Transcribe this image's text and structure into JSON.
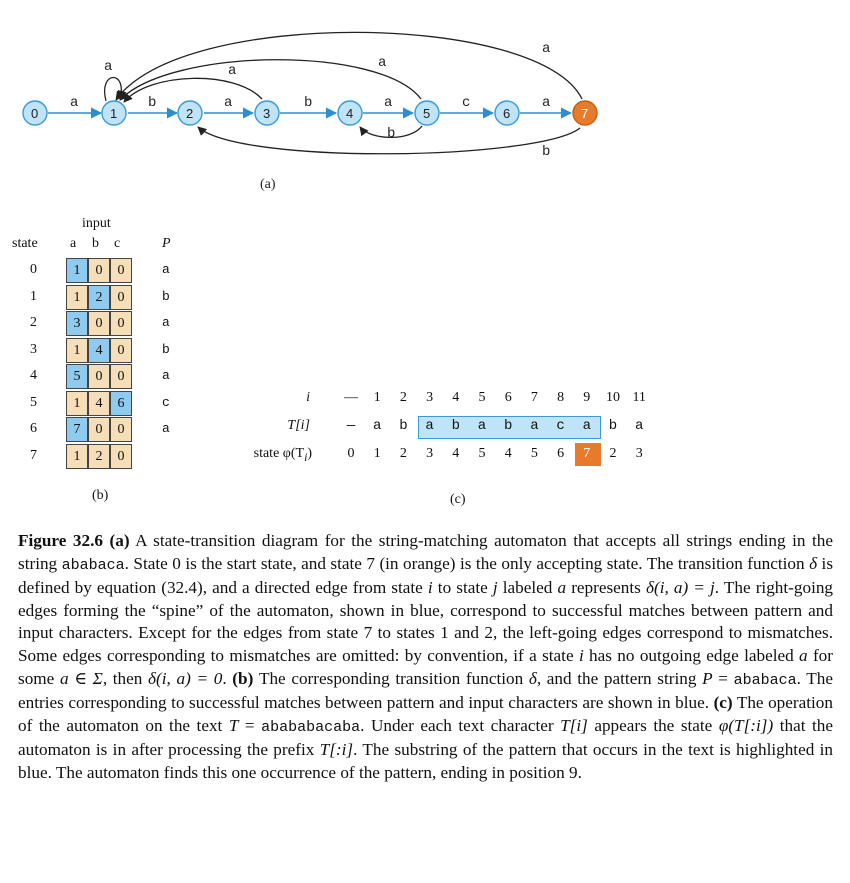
{
  "diagram": {
    "states": [
      "0",
      "1",
      "2",
      "3",
      "4",
      "5",
      "6",
      "7"
    ],
    "accepting_state": "7",
    "spine_labels": [
      "a",
      "b",
      "a",
      "b",
      "a",
      "c",
      "a"
    ],
    "back_edges": [
      {
        "from": "1",
        "to": "1",
        "label": "a"
      },
      {
        "from": "3",
        "to": "1",
        "label": "a"
      },
      {
        "from": "5",
        "to": "1",
        "label": "a"
      },
      {
        "from": "7",
        "to": "1",
        "label": "a"
      },
      {
        "from": "5",
        "to": "4",
        "label": "b"
      },
      {
        "from": "7",
        "to": "2",
        "label": "b"
      }
    ],
    "panel_a": "(a)"
  },
  "table_b": {
    "header_input": "input",
    "header_state": "state",
    "header_chars": [
      "a",
      "b",
      "c"
    ],
    "header_p": "P",
    "rows": [
      {
        "state": "0",
        "a": "1",
        "b": "0",
        "c": "0",
        "p": "a",
        "match": "a"
      },
      {
        "state": "1",
        "a": "1",
        "b": "2",
        "c": "0",
        "p": "b",
        "match": "b"
      },
      {
        "state": "2",
        "a": "3",
        "b": "0",
        "c": "0",
        "p": "a",
        "match": "a"
      },
      {
        "state": "3",
        "a": "1",
        "b": "4",
        "c": "0",
        "p": "b",
        "match": "b"
      },
      {
        "state": "4",
        "a": "5",
        "b": "0",
        "c": "0",
        "p": "a",
        "match": "a"
      },
      {
        "state": "5",
        "a": "1",
        "b": "4",
        "c": "6",
        "p": "c",
        "match": "c"
      },
      {
        "state": "6",
        "a": "7",
        "b": "0",
        "c": "0",
        "p": "a",
        "match": "a"
      },
      {
        "state": "7",
        "a": "1",
        "b": "2",
        "c": "0",
        "p": "",
        "match": ""
      }
    ],
    "panel_b": "(b)"
  },
  "op_c": {
    "label_i": "i",
    "label_t": "T[i]",
    "label_state": "state φ(T",
    "label_state_sub": "i",
    "label_state_end": ")",
    "i": [
      "—",
      "1",
      "2",
      "3",
      "4",
      "5",
      "6",
      "7",
      "8",
      "9",
      "10",
      "11"
    ],
    "t": [
      "—",
      "a",
      "b",
      "a",
      "b",
      "a",
      "b",
      "a",
      "c",
      "a",
      "b",
      "a"
    ],
    "phi": [
      "0",
      "1",
      "2",
      "3",
      "4",
      "5",
      "4",
      "5",
      "6",
      "7",
      "2",
      "3"
    ],
    "highlight_range": [
      3,
      9
    ],
    "accept_index": 9,
    "panel_c": "(c)"
  },
  "caption": {
    "s01": "Figure 32.6 (a)",
    "s02": " A state-transition diagram for the string-matching automaton that accepts all strings ending in the string ",
    "s03": "ababaca",
    "s04": ". State 0 is the start state, and state 7 (in orange) is the only accepting state. The transition function ",
    "s05": "δ",
    "s06": " is defined by equation (32.4), and a directed edge from state ",
    "s07": "i",
    "s08": " to state ",
    "s09": "j",
    "s10": " labeled ",
    "s11": "a",
    "s12": " represents ",
    "s13": "δ(i, a) = j",
    "s14": ". The right-going edges forming the “spine” of the automaton, shown in blue, correspond to successful matches between pattern and input characters. Except for the edges from state 7 to states 1 and 2, the left-going edges correspond to mismatches. Some edges corresponding to mismatches are omitted: by convention, if a state ",
    "s15": "i",
    "s16": " has no outgoing edge labeled ",
    "s17": "a",
    "s18": " for some ",
    "s19": "a ∈ Σ",
    "s20": ", then ",
    "s21": "δ(i, a) = 0",
    "s22": ". ",
    "s23": "(b)",
    "s24": " The corresponding transition function ",
    "s25": "δ",
    "s26": ", and the pattern string ",
    "s27": "P",
    "s28": " = ",
    "s29": "ababaca",
    "s30": ". The entries corresponding to successful matches between pattern and input characters are shown in blue. ",
    "s31": "(c)",
    "s32": " The operation of the automaton on the text ",
    "s33": "T",
    "s34": " = ",
    "s35": "abababacaba",
    "s36": ". Under each text character ",
    "s37": "T[i]",
    "s38": " appears the state ",
    "s39": "φ(T[:i])",
    "s40": " that the automaton is in after processing the prefix ",
    "s41": "T[:i]",
    "s42": ". The substring of the pattern that occurs in the text is highlighted in blue. The automaton finds this one occurrence of the pattern, ending in position 9."
  }
}
